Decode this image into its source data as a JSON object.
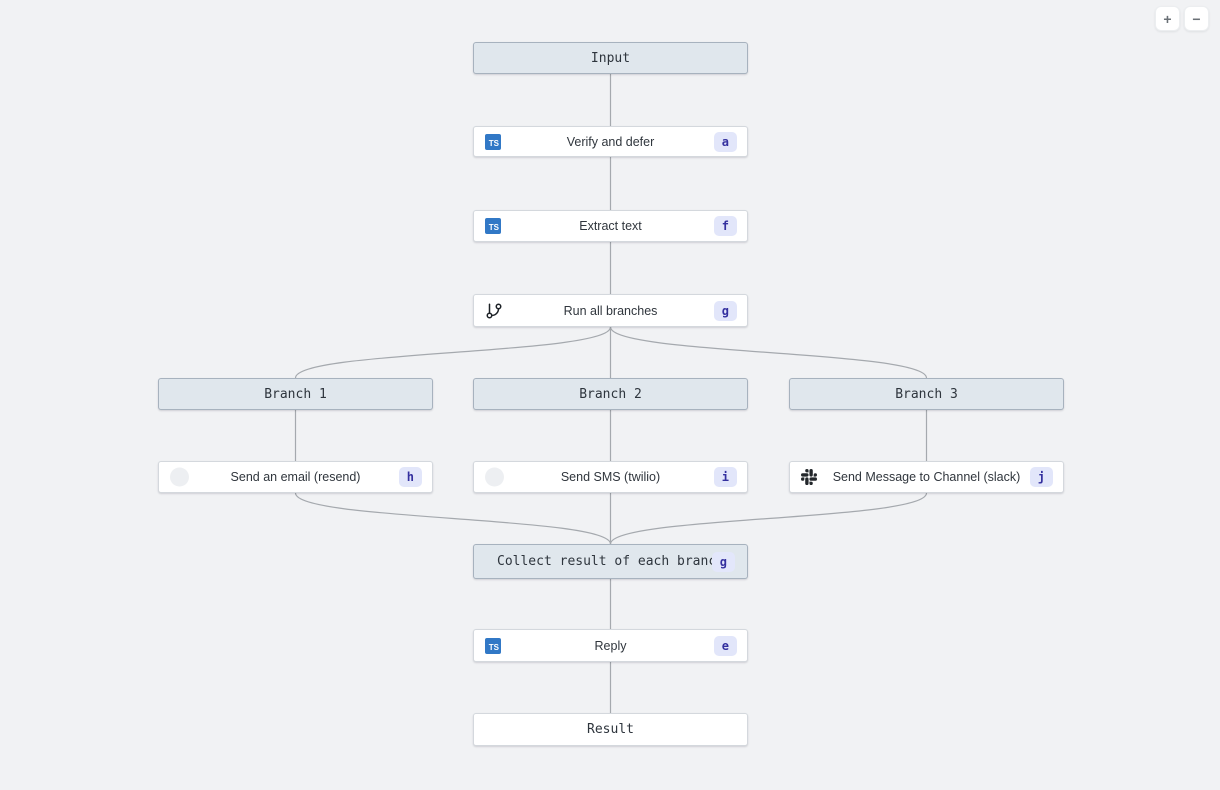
{
  "app": {
    "background_color": "#f1f2f4",
    "edge_color": "#a5a9ae"
  },
  "controls": {
    "zoom_in_label": "+",
    "zoom_out_label": "−"
  },
  "colors": {
    "header_node_bg": "#e0e7ed",
    "header_node_border": "#a7b2be",
    "step_node_bg": "#ffffff",
    "step_node_border": "#d4d8dd",
    "badge_bg": "#e2e6fa",
    "badge_text": "#34309f",
    "typescript_blue": "#3178c6",
    "slack_glyph": "#23272b",
    "label_text": "#30363d"
  },
  "flow": {
    "nodes": [
      {
        "id": "input",
        "label": "Input",
        "kind": "header",
        "icon": null,
        "badge": null
      },
      {
        "id": "verify",
        "label": "Verify and defer",
        "kind": "step",
        "icon": "typescript-icon",
        "badge": "a"
      },
      {
        "id": "extract",
        "label": "Extract text",
        "kind": "step",
        "icon": "typescript-icon",
        "badge": "f"
      },
      {
        "id": "run-branches",
        "label": "Run all branches",
        "kind": "step",
        "icon": "git-branch-icon",
        "badge": "g"
      },
      {
        "id": "branch-1",
        "label": "Branch 1",
        "kind": "header",
        "icon": null,
        "badge": null
      },
      {
        "id": "branch-2",
        "label": "Branch 2",
        "kind": "header",
        "icon": null,
        "badge": null
      },
      {
        "id": "branch-3",
        "label": "Branch 3",
        "kind": "header",
        "icon": null,
        "badge": null
      },
      {
        "id": "send-email",
        "label": "Send an email (resend)",
        "kind": "step",
        "icon": "resend-icon",
        "badge": "h"
      },
      {
        "id": "send-sms",
        "label": "Send SMS (twilio)",
        "kind": "step",
        "icon": "twilio-icon",
        "badge": "i"
      },
      {
        "id": "send-slack",
        "label": "Send Message to Channel (slack)",
        "kind": "step",
        "icon": "slack-icon",
        "badge": "j"
      },
      {
        "id": "collect",
        "label": "Collect result of each branch",
        "kind": "header",
        "icon": null,
        "badge": "g"
      },
      {
        "id": "reply",
        "label": "Reply",
        "kind": "step",
        "icon": "typescript-icon",
        "badge": "e"
      },
      {
        "id": "result",
        "label": "Result",
        "kind": "plain",
        "icon": null,
        "badge": null
      }
    ]
  }
}
